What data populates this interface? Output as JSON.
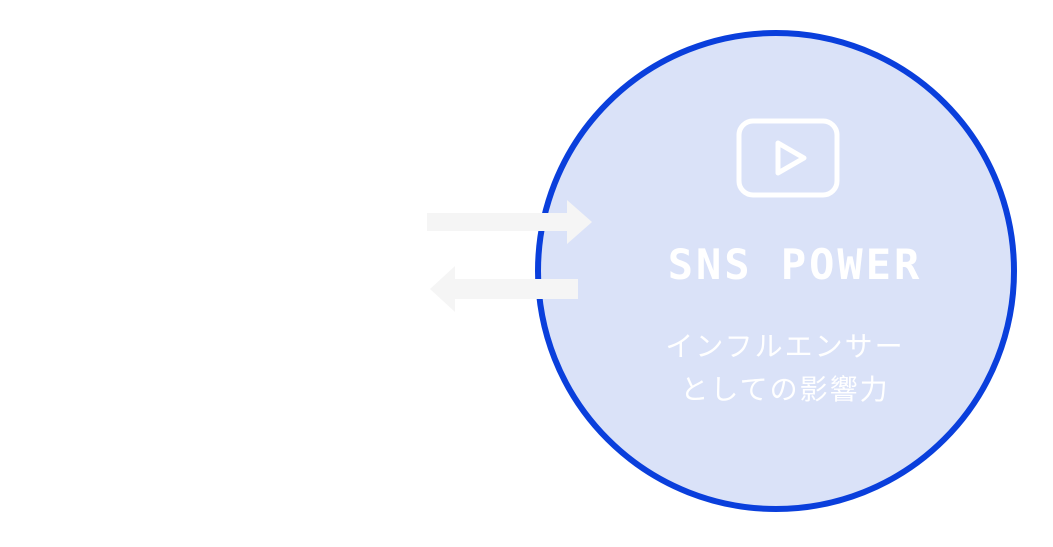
{
  "diagram": {
    "title": "SNS POWER",
    "subtitle_lines": [
      "インフルエンサー",
      "としての影響力"
    ],
    "icon": "play-button-icon",
    "colors": {
      "circle_fill": "#dae2f8",
      "circle_border": "#0a3fdc",
      "text": "#ffffff",
      "arrow": "#f5f5f5"
    }
  }
}
